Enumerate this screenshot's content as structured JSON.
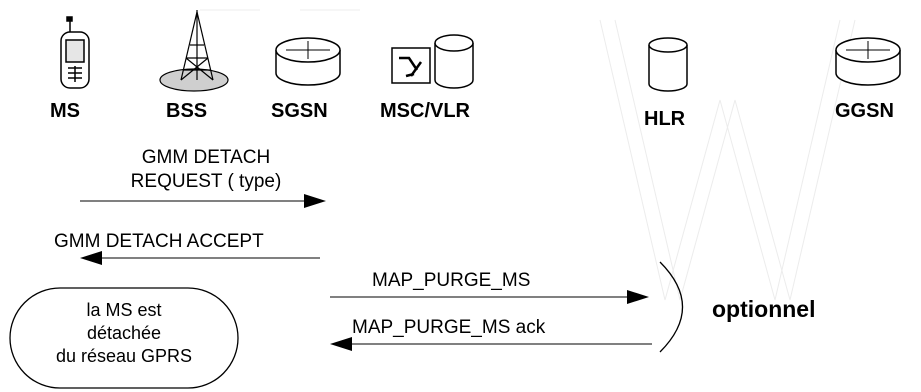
{
  "nodes": {
    "ms": "MS",
    "bss": "BSS",
    "sgsn": "SGSN",
    "mscvlr": "MSC/VLR",
    "hlr": "HLR",
    "ggsn": "GGSN"
  },
  "messages": {
    "detach_request_line1": "GMM DETACH",
    "detach_request_line2": "REQUEST ( type)",
    "detach_accept": "GMM DETACH ACCEPT",
    "purge_ms": "MAP_PURGE_MS",
    "purge_ms_ack": "MAP_PURGE_MS ack"
  },
  "note": {
    "line1": "la MS est",
    "line2": "détachée",
    "line3": "du réseau GPRS"
  },
  "optional_label": "optionnel",
  "icons": {
    "ms": "mobile-phone-icon",
    "bss": "antenna-tower-icon",
    "sgsn": "router-icon",
    "mscvlr": "switch-database-icon",
    "hlr": "database-icon",
    "ggsn": "router-icon"
  }
}
